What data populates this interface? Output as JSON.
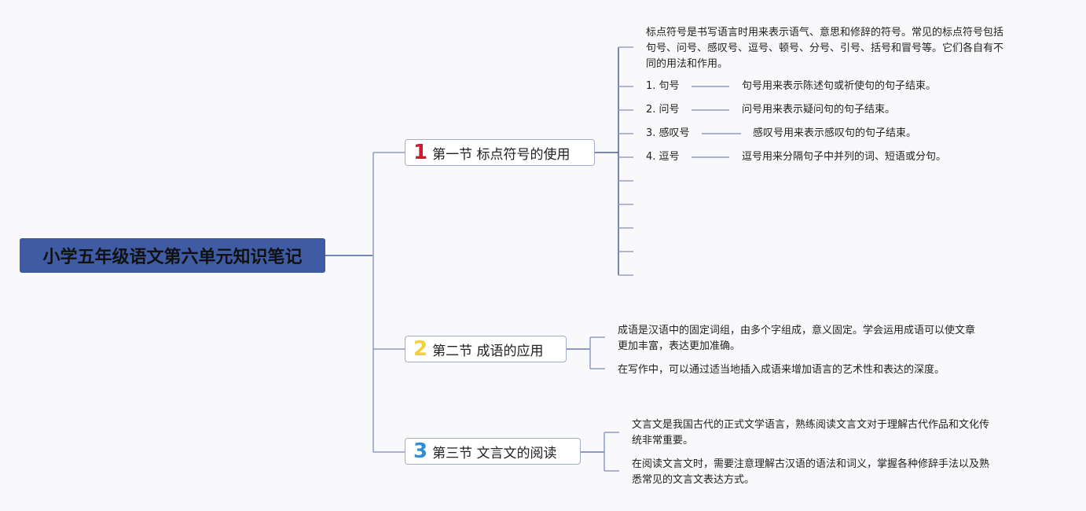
{
  "root": {
    "title": "小学五年级语文第六单元知识笔记",
    "color": "#3f5ba4"
  },
  "sections": [
    {
      "number": "1",
      "number_color": "#d3192e",
      "title": "第一节 标点符号的使用",
      "intro": [
        "标点符号是书写语言时用来表示语气、意思和修辞的符号。常见的标点符号包括",
        "句号、问号、感叹号、逗号、顿号、分号、引号、括号和冒号等。它们各自有不",
        "同的用法和作用。"
      ],
      "items": [
        {
          "label": "1. 句号",
          "desc": "句号用来表示陈述句或祈使句的句子结束。"
        },
        {
          "label": "2. 问号",
          "desc": "问号用来表示疑问句的句子结束。"
        },
        {
          "label": "3. 感叹号",
          "desc": "感叹号用来表示感叹句的句子结束。"
        },
        {
          "label": "4. 逗号",
          "desc": "逗号用来分隔句子中并列的词、短语或分句。"
        }
      ]
    },
    {
      "number": "2",
      "number_color": "#f2d23c",
      "title": "第二节 成语的应用",
      "notes": [
        [
          "成语是汉语中的固定词组，由多个字组成，意义固定。学会运用成语可以使文章",
          "更加丰富，表达更加准确。"
        ],
        [
          "在写作中，可以通过适当地插入成语来增加语言的艺术性和表达的深度。"
        ]
      ]
    },
    {
      "number": "3",
      "number_color": "#2e8fd6",
      "title": "第三节 文言文的阅读",
      "notes": [
        [
          "文言文是我国古代的正式文学语言，熟练阅读文言文对于理解古代作品和文化传",
          "统非常重要。"
        ],
        [
          "在阅读文言文时，需要注意理解古汉语的语法和词义，掌握各种修辞手法以及熟",
          "悉常见的文言文表达方式。"
        ]
      ]
    }
  ]
}
